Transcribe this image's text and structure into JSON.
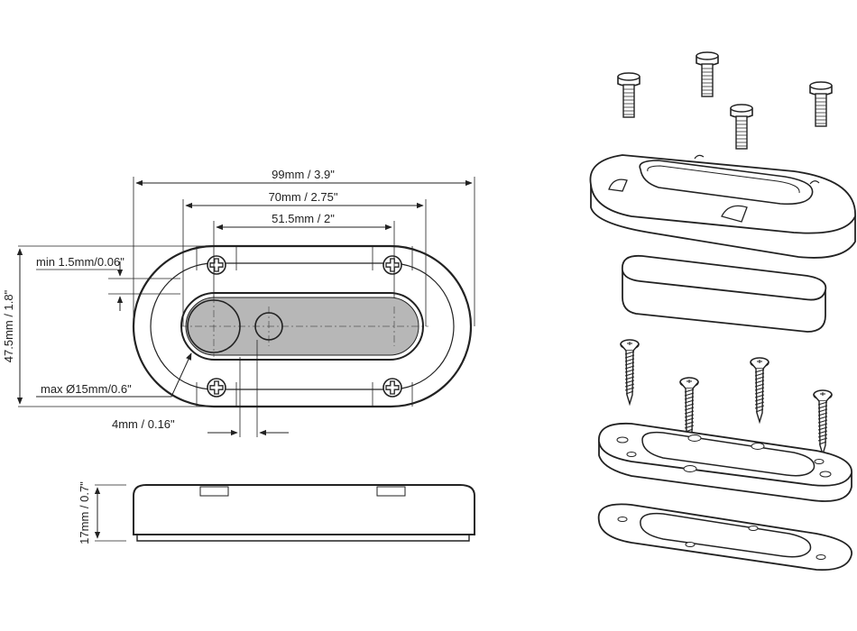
{
  "dimensions": {
    "overall_length": "99mm / 3.9\"",
    "screw_spacing": "70mm / 2.75\"",
    "opening_length": "51.5mm / 2\"",
    "min_wall": "min 1.5mm/0.06\"",
    "height": "47.5mm / 1.8\"",
    "max_hole": "max Ø15mm/0.6\"",
    "offset": "4mm / 0.16\"",
    "thickness": "17mm / 0.7\""
  },
  "colors": {
    "line": "#222222",
    "opening_fill": "#b7b7b7",
    "background": "#ffffff"
  },
  "icons": [
    "phillips-screw-icon",
    "machine-screw-icon",
    "wood-screw-icon"
  ]
}
